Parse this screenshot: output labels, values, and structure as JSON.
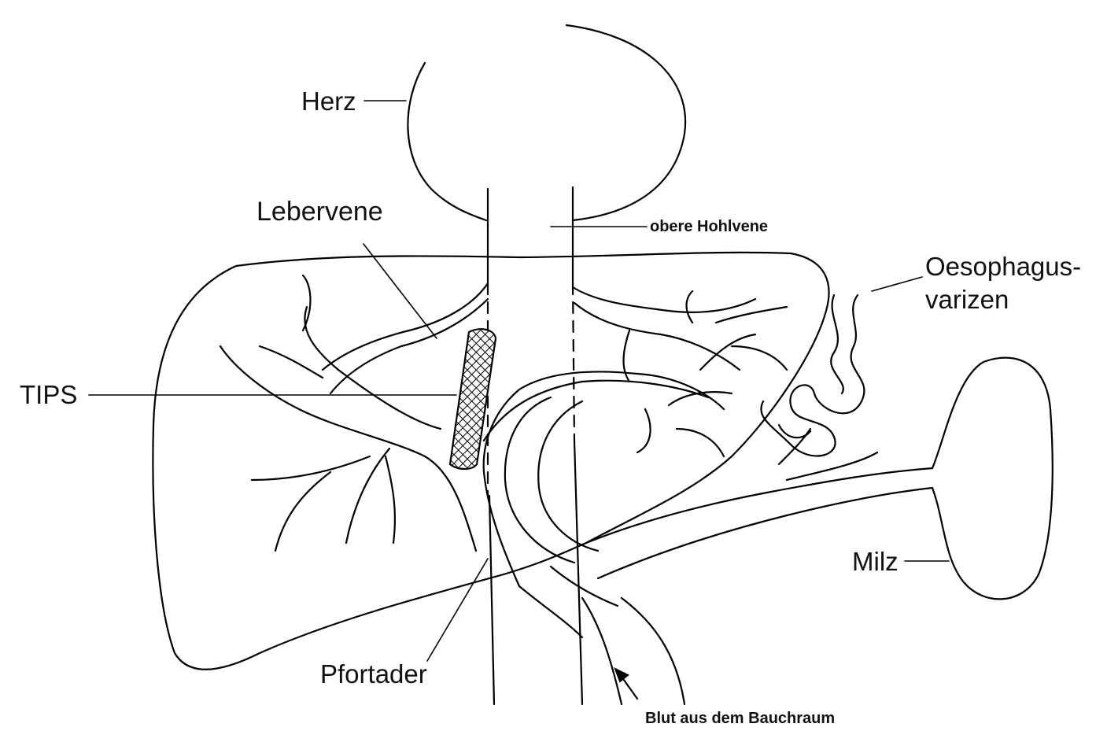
{
  "labels": {
    "herz": "Herz",
    "lebervene": "Lebervene",
    "obere_hohlvene": "obere Hohlvene",
    "oesophagus_line1": "Oesophagus-",
    "oesophagus_line2": "varizen",
    "tips": "TIPS",
    "milz": "Milz",
    "pfortader": "Pfortader",
    "blut": "Blut aus dem Bauchraum"
  },
  "colors": {
    "ink": "#000000",
    "background": "#ffffff"
  }
}
